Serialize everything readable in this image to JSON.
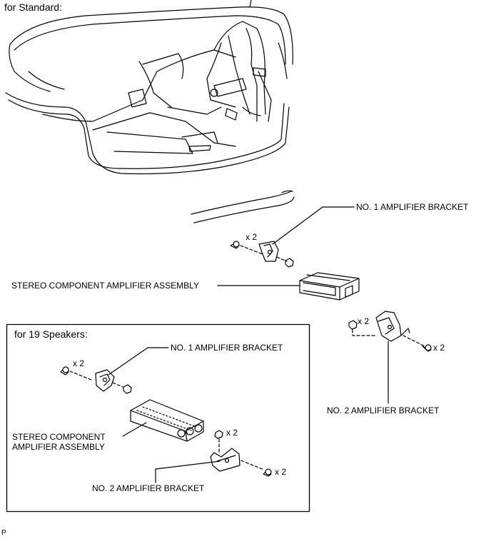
{
  "header": {
    "standard": "for Standard:"
  },
  "standard": {
    "amp_bracket_1": "NO. 1 AMPLIFIER BRACKET",
    "amp_assembly": "STEREO COMPONENT AMPLIFIER ASSEMBLY",
    "amp_bracket_2": "NO. 2 AMPLIFIER BRACKET",
    "qty_bracket1_screw": "x 2",
    "qty_bracket2_nut": "x 2",
    "qty_bracket2_screw": "x 2"
  },
  "speakers19": {
    "title": "for 19 Speakers:",
    "amp_bracket_1": "NO. 1 AMPLIFIER BRACKET",
    "amp_assembly": "STEREO COMPONENT\nAMPLIFIER ASSEMBLY",
    "amp_bracket_2": "NO. 2 AMPLIFIER BRACKET",
    "qty_bracket1_screw": "x 2",
    "qty_bracket2_nut": "x 2",
    "qty_bracket2_screw": "x 2"
  },
  "footer": {
    "code": "P"
  }
}
